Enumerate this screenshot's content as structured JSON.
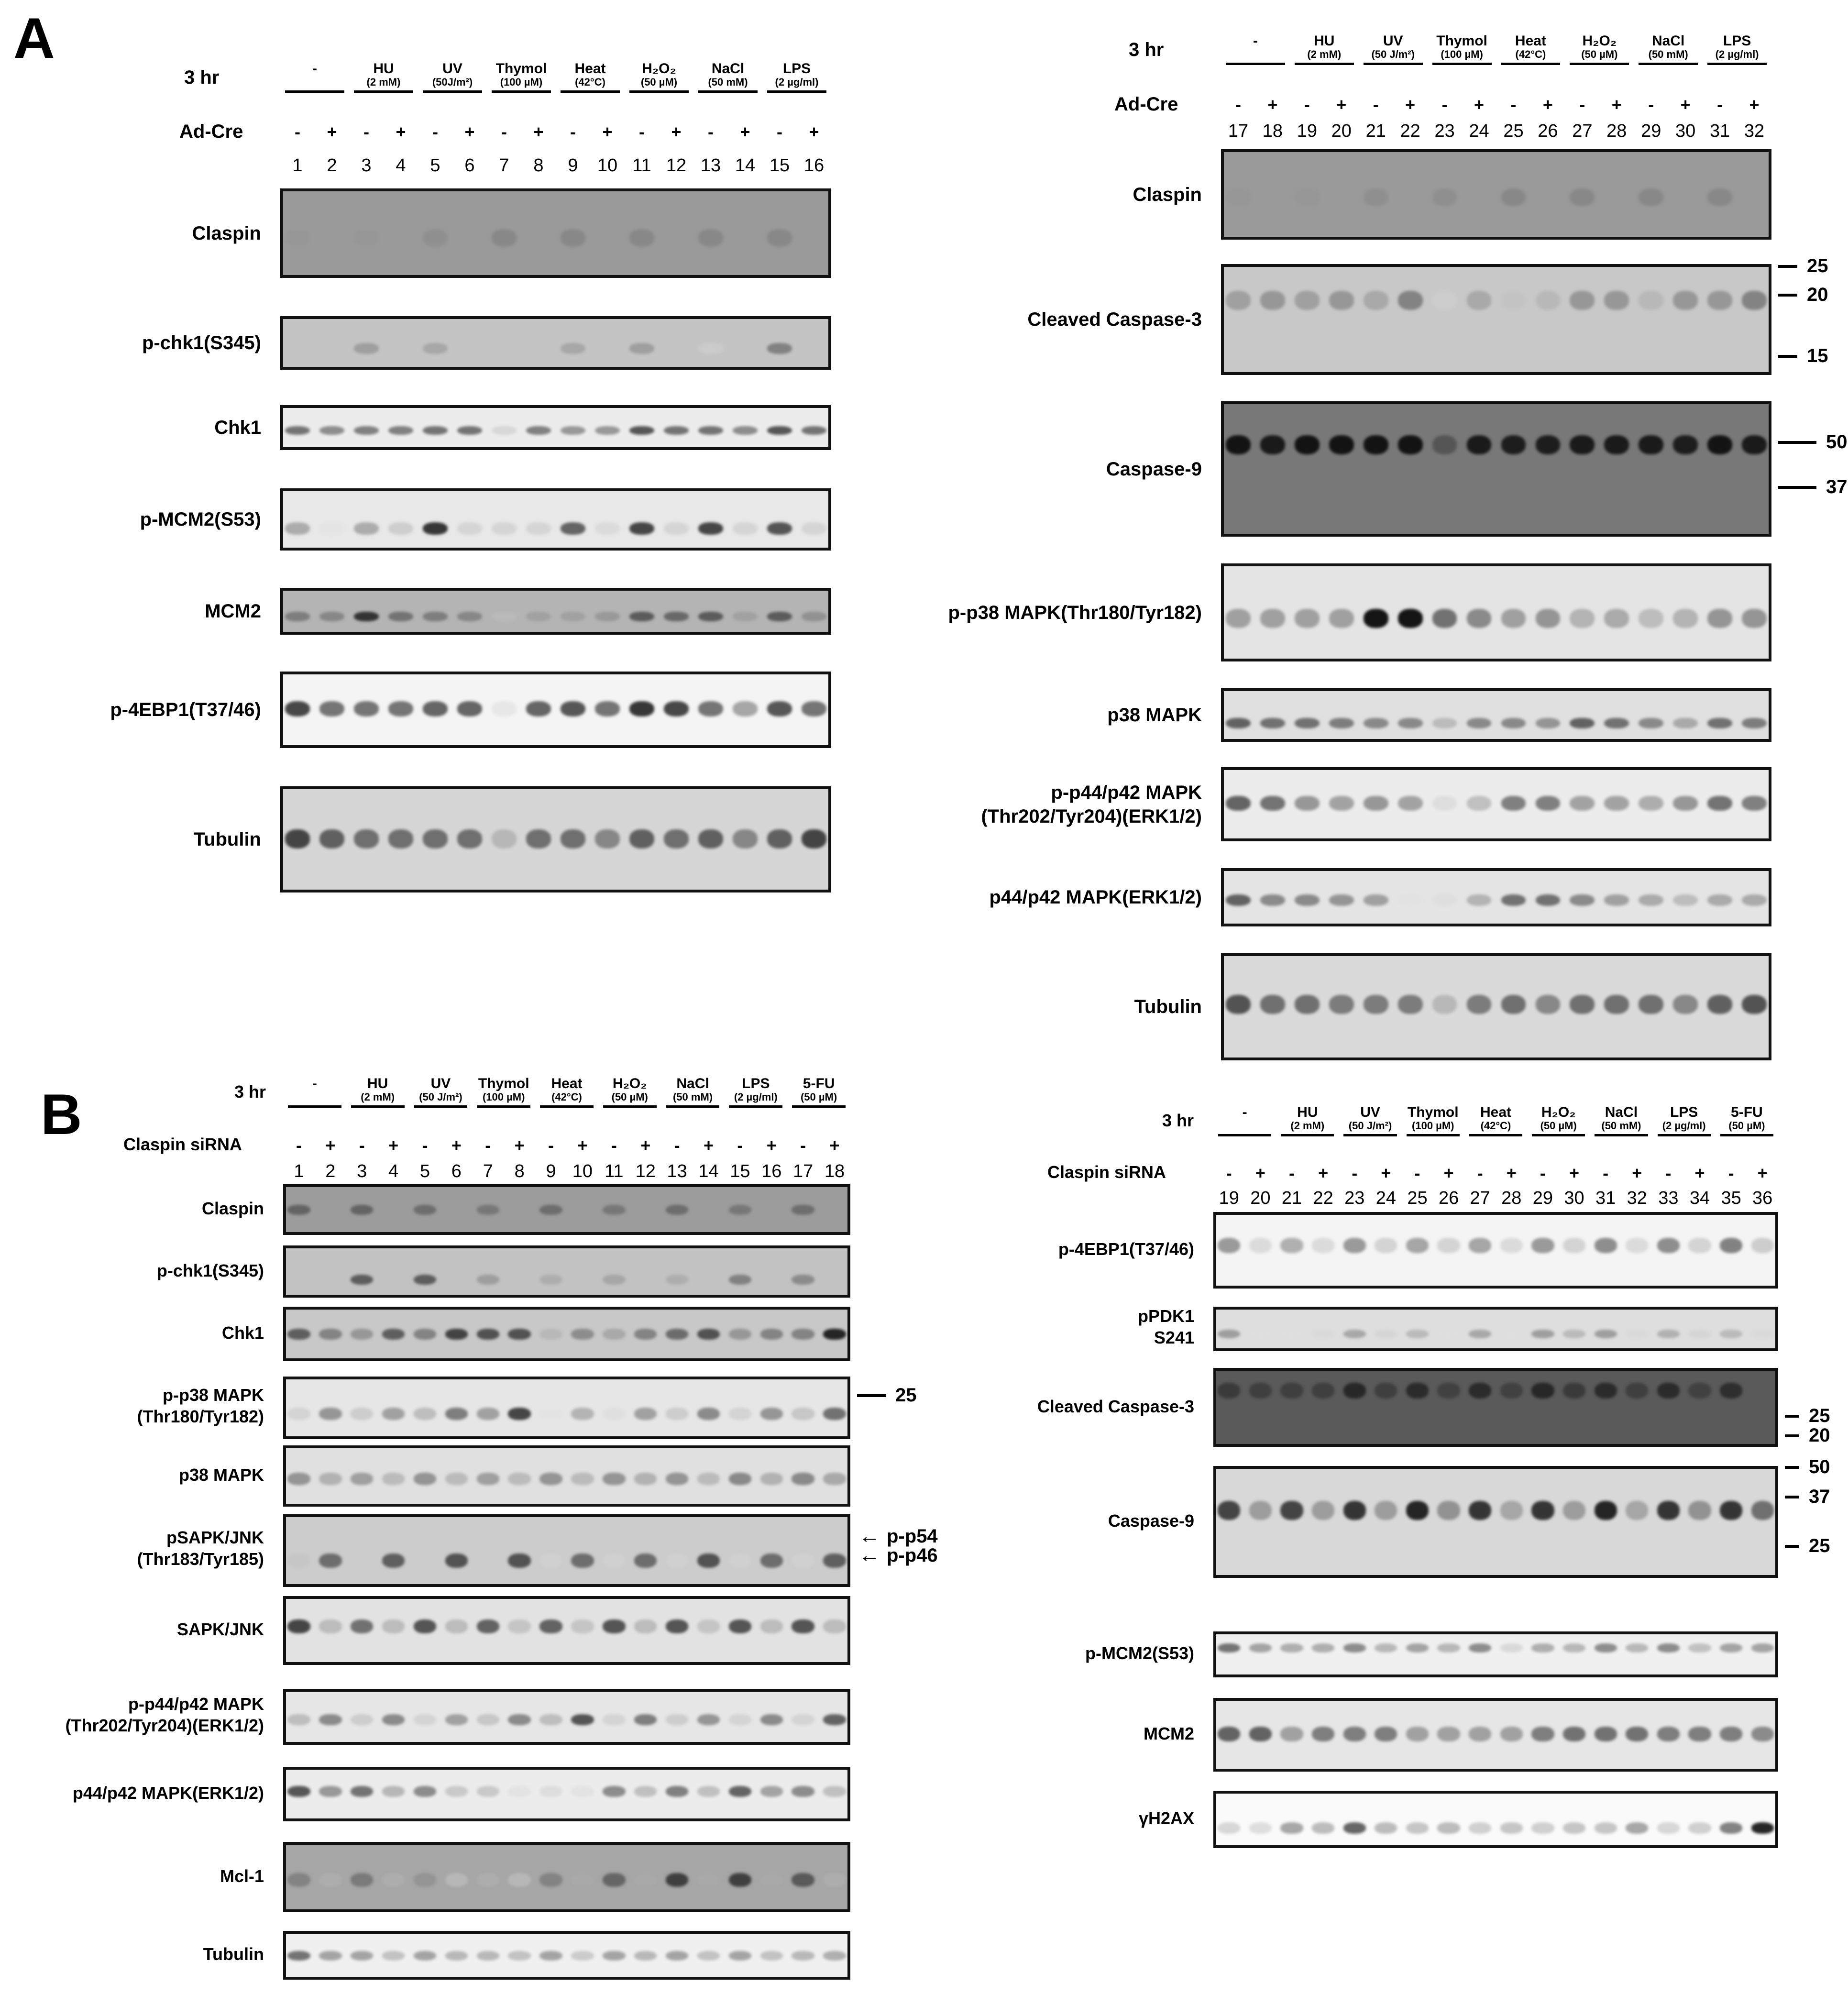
{
  "figure": {
    "panel_A": {
      "letter": "A",
      "left": {
        "time_label": "3 hr",
        "condition_label": "Ad-Cre",
        "treatments": [
          {
            "name": "-",
            "dose": ""
          },
          {
            "name": "HU",
            "dose": "(2 mM)"
          },
          {
            "name": "UV",
            "dose": "(50J/m²)"
          },
          {
            "name": "Thymol",
            "dose": "(100 µM)"
          },
          {
            "name": "Heat",
            "dose": "(42°C)"
          },
          {
            "name": "H₂O₂",
            "dose": "(50 µM)"
          },
          {
            "name": "NaCl",
            "dose": "(50 mM)"
          },
          {
            "name": "LPS",
            "dose": "(2 µg/ml)"
          }
        ],
        "signs": [
          "-",
          "+",
          "-",
          "+",
          "-",
          "+",
          "-",
          "+",
          "-",
          "+",
          "-",
          "+",
          "-",
          "+",
          "-",
          "+"
        ],
        "lanes": [
          "1",
          "2",
          "3",
          "4",
          "5",
          "6",
          "7",
          "8",
          "9",
          "10",
          "11",
          "12",
          "13",
          "14",
          "15",
          "16"
        ],
        "blots": [
          {
            "label": "Claspin",
            "bg": "#9a9a9a"
          },
          {
            "label": "p-chk1(S345)",
            "bg": "#c4c4c4"
          },
          {
            "label": "Chk1",
            "bg": "#ececec"
          },
          {
            "label": "p-MCM2(S53)",
            "bg": "#e8e8e8"
          },
          {
            "label": "MCM2",
            "bg": "#b4b4b4"
          },
          {
            "label": "p-4EBP1(T37/46)",
            "bg": "#f4f4f4"
          },
          {
            "label": "Tubulin",
            "bg": "#d6d6d6"
          }
        ]
      },
      "right": {
        "time_label": "3 hr",
        "condition_label": "Ad-Cre",
        "treatments": [
          {
            "name": "-",
            "dose": ""
          },
          {
            "name": "HU",
            "dose": "(2 mM)"
          },
          {
            "name": "UV",
            "dose": "(50 J/m²)"
          },
          {
            "name": "Thymol",
            "dose": "(100 µM)"
          },
          {
            "name": "Heat",
            "dose": "(42°C)"
          },
          {
            "name": "H₂O₂",
            "dose": "(50 µM)"
          },
          {
            "name": "NaCl",
            "dose": "(50 mM)"
          },
          {
            "name": "LPS",
            "dose": "(2 µg/ml)"
          }
        ],
        "signs": [
          "-",
          "+",
          "-",
          "+",
          "-",
          "+",
          "-",
          "+",
          "-",
          "+",
          "-",
          "+",
          "-",
          "+",
          "-",
          "+"
        ],
        "lanes": [
          "17",
          "18",
          "19",
          "20",
          "21",
          "22",
          "23",
          "24",
          "25",
          "26",
          "27",
          "28",
          "29",
          "30",
          "31",
          "32"
        ],
        "blots": [
          {
            "label": "Claspin",
            "bg": "#9a9a9a"
          },
          {
            "label": "Cleaved Caspase-3",
            "bg": "#c8c8c8"
          },
          {
            "label": "Caspase-9",
            "bg": "#787878"
          },
          {
            "label": "p-p38 MAPK(Thr180/Tyr182)",
            "bg": "#e4e4e4"
          },
          {
            "label": "p38 MAPK",
            "bg": "#e0e0e0"
          },
          {
            "label": "p-p44/p42 MAPK\n(Thr202/Tyr204)(ERK1/2)",
            "bg": "#ececec"
          },
          {
            "label": "p44/p42 MAPK(ERK1/2)",
            "bg": "#e4e4e4"
          },
          {
            "label": "Tubulin",
            "bg": "#dadada"
          }
        ],
        "markers": [
          {
            "text": "25"
          },
          {
            "text": "20"
          },
          {
            "text": "15"
          },
          {
            "text": "50"
          },
          {
            "text": "37"
          }
        ]
      }
    },
    "panel_B": {
      "letter": "B",
      "left": {
        "time_label": "3 hr",
        "condition_label": "Claspin siRNA",
        "treatments": [
          {
            "name": "-",
            "dose": ""
          },
          {
            "name": "HU",
            "dose": "(2 mM)"
          },
          {
            "name": "UV",
            "dose": "(50 J/m²)"
          },
          {
            "name": "Thymol",
            "dose": "(100 µM)"
          },
          {
            "name": "Heat",
            "dose": "(42°C)"
          },
          {
            "name": "H₂O₂",
            "dose": "(50 µM)"
          },
          {
            "name": "NaCl",
            "dose": "(50 mM)"
          },
          {
            "name": "LPS",
            "dose": "(2 µg/ml)"
          },
          {
            "name": "5-FU",
            "dose": "(50 µM)"
          }
        ],
        "signs": [
          "-",
          "+",
          "-",
          "+",
          "-",
          "+",
          "-",
          "+",
          "-",
          "+",
          "-",
          "+",
          "-",
          "+",
          "-",
          "+",
          "-",
          "+"
        ],
        "lanes": [
          "1",
          "2",
          "3",
          "4",
          "5",
          "6",
          "7",
          "8",
          "9",
          "10",
          "11",
          "12",
          "13",
          "14",
          "15",
          "16",
          "17",
          "18"
        ],
        "blots": [
          {
            "label": "Claspin",
            "bg": "#9c9c9c"
          },
          {
            "label": "p-chk1(S345)",
            "bg": "#c2c2c2"
          },
          {
            "label": "Chk1",
            "bg": "#c8c8c8"
          },
          {
            "label": "p-p38 MAPK\n(Thr180/Tyr182)",
            "bg": "#e6e6e6"
          },
          {
            "label": "p38 MAPK",
            "bg": "#e0e0e0"
          },
          {
            "label": "pSAPK/JNK\n(Thr183/Tyr185)",
            "bg": "#cccccc"
          },
          {
            "label": "SAPK/JNK",
            "bg": "#e2e2e2"
          },
          {
            "label": "p-p44/p42 MAPK\n(Thr202/Tyr204)(ERK1/2)",
            "bg": "#e6e6e6"
          },
          {
            "label": "p44/p42 MAPK(ERK1/2)",
            "bg": "#ececec"
          },
          {
            "label": "Mcl-1",
            "bg": "#a6a6a6"
          },
          {
            "label": "Tubulin",
            "bg": "#f0f0f0"
          }
        ],
        "markers": [
          {
            "text": "25"
          }
        ],
        "arrow_markers": [
          {
            "text": "p-p54"
          },
          {
            "text": "p-p46"
          }
        ]
      },
      "right": {
        "time_label": "3 hr",
        "condition_label": "Claspin siRNA",
        "treatments": [
          {
            "name": "-",
            "dose": ""
          },
          {
            "name": "HU",
            "dose": "(2 mM)"
          },
          {
            "name": "UV",
            "dose": "(50 J/m²)"
          },
          {
            "name": "Thymol",
            "dose": "(100 µM)"
          },
          {
            "name": "Heat",
            "dose": "(42°C)"
          },
          {
            "name": "H₂O₂",
            "dose": "(50 µM)"
          },
          {
            "name": "NaCl",
            "dose": "(50 mM)"
          },
          {
            "name": "LPS",
            "dose": "(2 µg/ml)"
          },
          {
            "name": "5-FU",
            "dose": "(50 µM)"
          }
        ],
        "signs": [
          "-",
          "+",
          "-",
          "+",
          "-",
          "+",
          "-",
          "+",
          "-",
          "+",
          "-",
          "+",
          "-",
          "+",
          "-",
          "+",
          "-",
          "+"
        ],
        "lanes": [
          "19",
          "20",
          "21",
          "22",
          "23",
          "24",
          "25",
          "26",
          "27",
          "28",
          "29",
          "30",
          "31",
          "32",
          "33",
          "34",
          "35",
          "36"
        ],
        "blots": [
          {
            "label": "p-4EBP1(T37/46)",
            "bg": "#f4f4f4"
          },
          {
            "label": "pPDK1\nS241",
            "bg": "#dedede"
          },
          {
            "label": "Cleaved Caspase-3",
            "bg": "#5a5a5a"
          },
          {
            "label": "Caspase-9",
            "bg": "#d8d8d8"
          },
          {
            "label": "p-MCM2(S53)",
            "bg": "#f0f0f0"
          },
          {
            "label": "MCM2",
            "bg": "#e6e6e6"
          },
          {
            "label": "γH2AX",
            "bg": "#fafafa"
          }
        ],
        "markers": [
          {
            "text": "25"
          },
          {
            "text": "20"
          },
          {
            "text": "50"
          },
          {
            "text": "37"
          },
          {
            "text": "25"
          }
        ]
      }
    }
  }
}
